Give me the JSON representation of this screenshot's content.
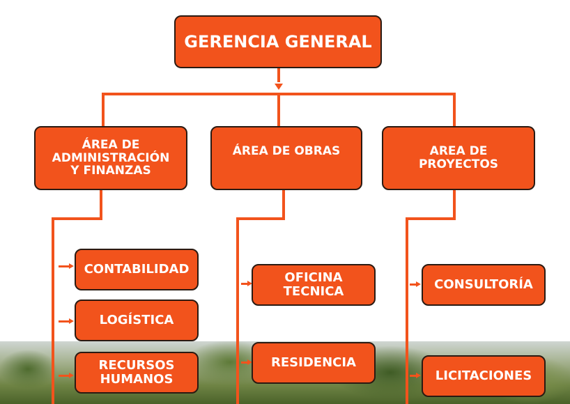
{
  "org_chart": {
    "root": {
      "label": "GERENCIA GENERAL"
    },
    "areas": [
      {
        "label": "ÁREA DE\nADMINISTRACIÓN\nY FINANZAS",
        "children": [
          "CONTABILIDAD",
          "LOGÍSTICA",
          "RECURSOS\nHUMANOS"
        ]
      },
      {
        "label": "ÁREA DE OBRAS",
        "children": [
          "OFICINA\nTECNICA",
          "RESIDENCIA"
        ]
      },
      {
        "label": "AREA DE\nPROYECTOS",
        "children": [
          "CONSULTORÍA",
          "LICITACIONES"
        ]
      }
    ]
  },
  "colors": {
    "box_fill": "#f2531c",
    "box_border": "#2a1a12",
    "text": "#ffffff",
    "connector": "#f2531c"
  }
}
